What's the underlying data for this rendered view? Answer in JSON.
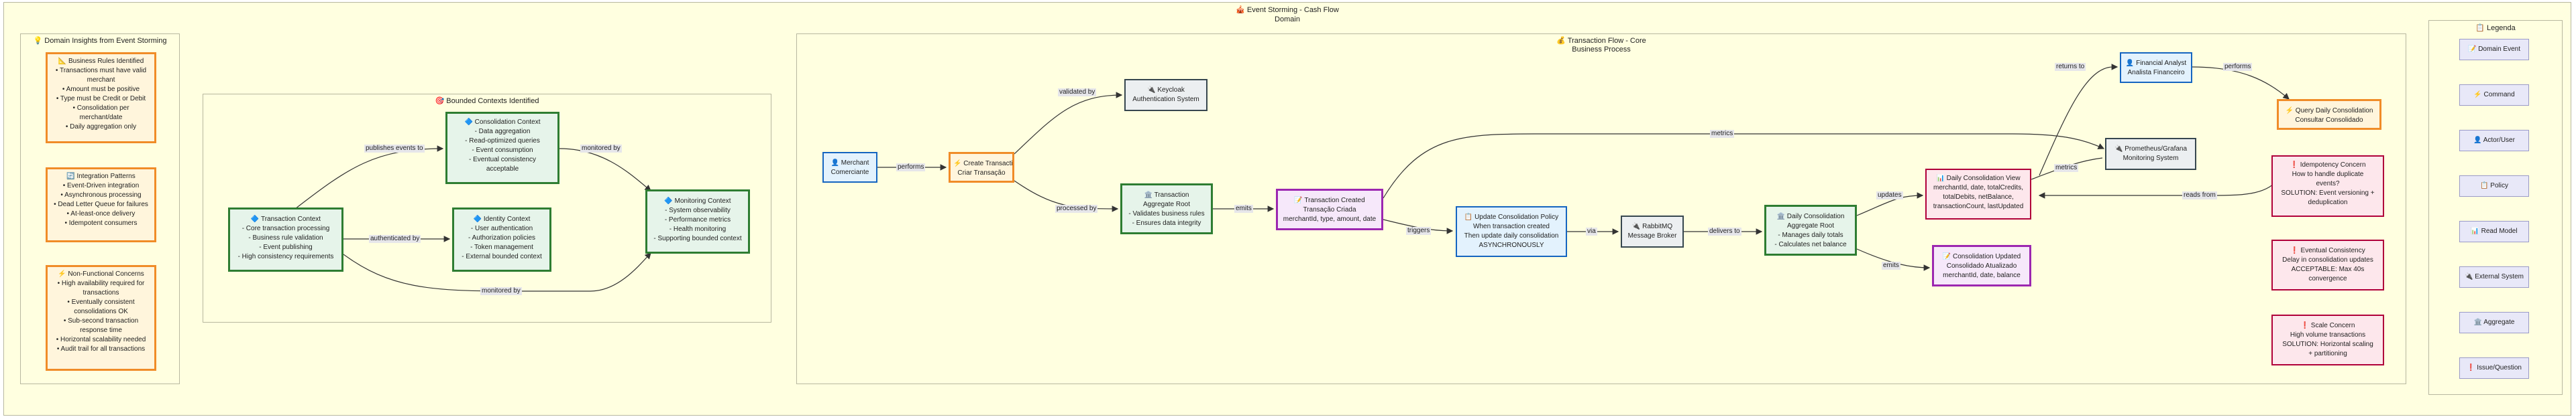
{
  "title": {
    "main": "🎪 Event Storming - Cash Flow",
    "sub": "Domain"
  },
  "groups": {
    "insights": "💡 Domain Insights from Event Storming",
    "bounded": "🎯 Bounded Contexts Identified",
    "flow": {
      "title": "💰 Transaction Flow - Core",
      "sub": "Business Process"
    },
    "legend": "📋 Legenda"
  },
  "insights": {
    "business_rules": [
      "📐 Business Rules Identified",
      "• Transactions must have valid",
      "merchant",
      "• Amount must be positive",
      "• Type must be Credit or Debit",
      "• Consolidation per",
      "merchant/date",
      "• Daily aggregation only"
    ],
    "integration": [
      "🔄 Integration Patterns",
      "• Event-Driven integration",
      "• Asynchronous processing",
      "• Dead Letter Queue for failures",
      "• At-least-once delivery",
      "• Idempotent consumers"
    ],
    "nonfunctional": [
      "⚡ Non-Functional Concerns",
      "• High availability required for",
      "transactions",
      "• Eventually consistent",
      "consolidations OK",
      "• Sub-second transaction",
      "response time",
      "• Horizontal scalability needed",
      "• Audit trail for all transactions"
    ]
  },
  "contexts": {
    "transaction": [
      "🔷 Transaction Context",
      "- Core transaction processing",
      "- Business rule validation",
      "- Event publishing",
      "- High consistency requirements"
    ],
    "consolidation": [
      "🔷 Consolidation Context",
      "- Data aggregation",
      "- Read-optimized queries",
      "- Event consumption",
      "- Eventual consistency",
      "acceptable"
    ],
    "identity": [
      "🔷 Identity Context",
      "- User authentication",
      "- Authorization policies",
      "- Token management",
      "- External bounded context"
    ],
    "monitoring": [
      "🔷 Monitoring Context",
      "- System observability",
      "- Performance metrics",
      "- Health monitoring",
      "- Supporting bounded context"
    ]
  },
  "flow_nodes": {
    "merchant": [
      "👤 Merchant",
      "Comerciante"
    ],
    "create_tx": [
      "⚡ Create Transaction",
      "Criar Transação"
    ],
    "keycloak": [
      "🔌 Keycloak",
      "Authentication System"
    ],
    "tx_aggregate": [
      "🏛️ Transaction",
      "Aggregate Root",
      "- Validates business rules",
      "- Ensures data integrity"
    ],
    "tx_created": [
      "📝 Transaction Created",
      "Transação Criada",
      "merchantId, type, amount, date"
    ],
    "policy": [
      "📋 Update Consolidation Policy",
      "When transaction created",
      "Then update daily consolidation",
      "ASYNCHRONOUSLY"
    ],
    "rabbit": [
      "🔌 RabbitMQ",
      "Message Broker"
    ],
    "daily_agg": [
      "🏛️ Daily Consolidation",
      "Aggregate Root",
      "- Manages daily totals",
      "- Calculates net balance"
    ],
    "consol_updated": [
      "📝 Consolidation Updated",
      "Consolidado Atualizado",
      "merchantId, date, balance"
    ],
    "read_model": [
      "📊 Daily Consolidation View",
      "merchantId, date, totalCredits,",
      "totalDebits, netBalance,",
      "transactionCount, lastUpdated"
    ],
    "prometheus": [
      "🔌 Prometheus/Grafana",
      "Monitoring System"
    ],
    "analyst": [
      "👤 Financial Analyst",
      "Analista Financeiro"
    ],
    "query": [
      "⚡ Query Daily Consolidation",
      "Consultar Consolidado"
    ],
    "idem": [
      "❗ Idempotency Concern",
      "How to handle duplicate",
      "events?",
      "SOLUTION: Event versioning +",
      "deduplication"
    ],
    "eventual": [
      "❗ Eventual Consistency",
      "Delay in consolidation updates",
      "ACCEPTABLE: Max 40s",
      "convergence"
    ],
    "scale": [
      "❗ Scale Concern",
      "High volume transactions",
      "SOLUTION: Horizontal scaling",
      "+ partitioning"
    ]
  },
  "edge_labels": {
    "publishes": "publishes events to",
    "monitored1": "monitored by",
    "authenticated": "authenticated by",
    "monitored2": "monitored by",
    "performs": "performs",
    "validated": "validated by",
    "processed": "processed by",
    "emits1": "emits",
    "triggers": "triggers",
    "via": "via",
    "delivers": "delivers to",
    "updates": "updates",
    "emits2": "emits",
    "metrics1": "metrics",
    "metrics2": "metrics",
    "reads_from": "reads from",
    "returns_to": "returns to",
    "performs2": "performs"
  },
  "legend_items": [
    "📝 Domain Event",
    "⚡ Command",
    "👤 Actor/User",
    "📋 Policy",
    "📊 Read Model",
    "🔌 External System",
    "🏛️ Aggregate",
    "❗ Issue/Question"
  ]
}
